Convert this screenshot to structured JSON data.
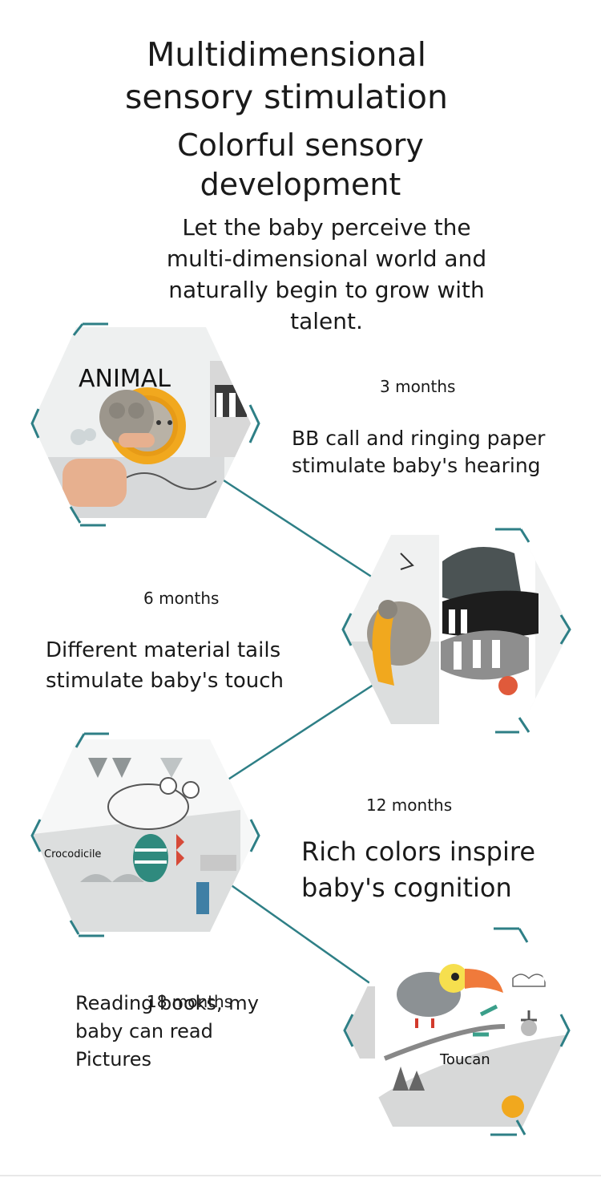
{
  "heading": {
    "line1": "Multidimensional",
    "line2": "sensory stimulation",
    "line3": "Colorful sensory",
    "line4": "development"
  },
  "intro": {
    "line1": "Let the baby perceive the",
    "line2": "multi-dimensional world and",
    "line3": "naturally begin to grow with",
    "line4": "talent."
  },
  "stages": [
    {
      "age": "3 months",
      "line1": "BB call and ringing paper",
      "line2": "stimulate baby's hearing",
      "image_label": "ANIMAL"
    },
    {
      "age": "6 months",
      "line1": "Different material tails",
      "line2": "stimulate baby's touch"
    },
    {
      "age": "12 months",
      "line1": "Rich colors inspire",
      "line2": "baby's cognition",
      "image_label": "Crocodicile"
    },
    {
      "age": "18 months",
      "line1": "Reading books, my",
      "line2": "baby can read",
      "line3": "Pictures",
      "image_label": "Toucan"
    }
  ],
  "colors": {
    "accent": "#2e7f86",
    "page": "#ffffff",
    "text": "#1a1a1a"
  }
}
